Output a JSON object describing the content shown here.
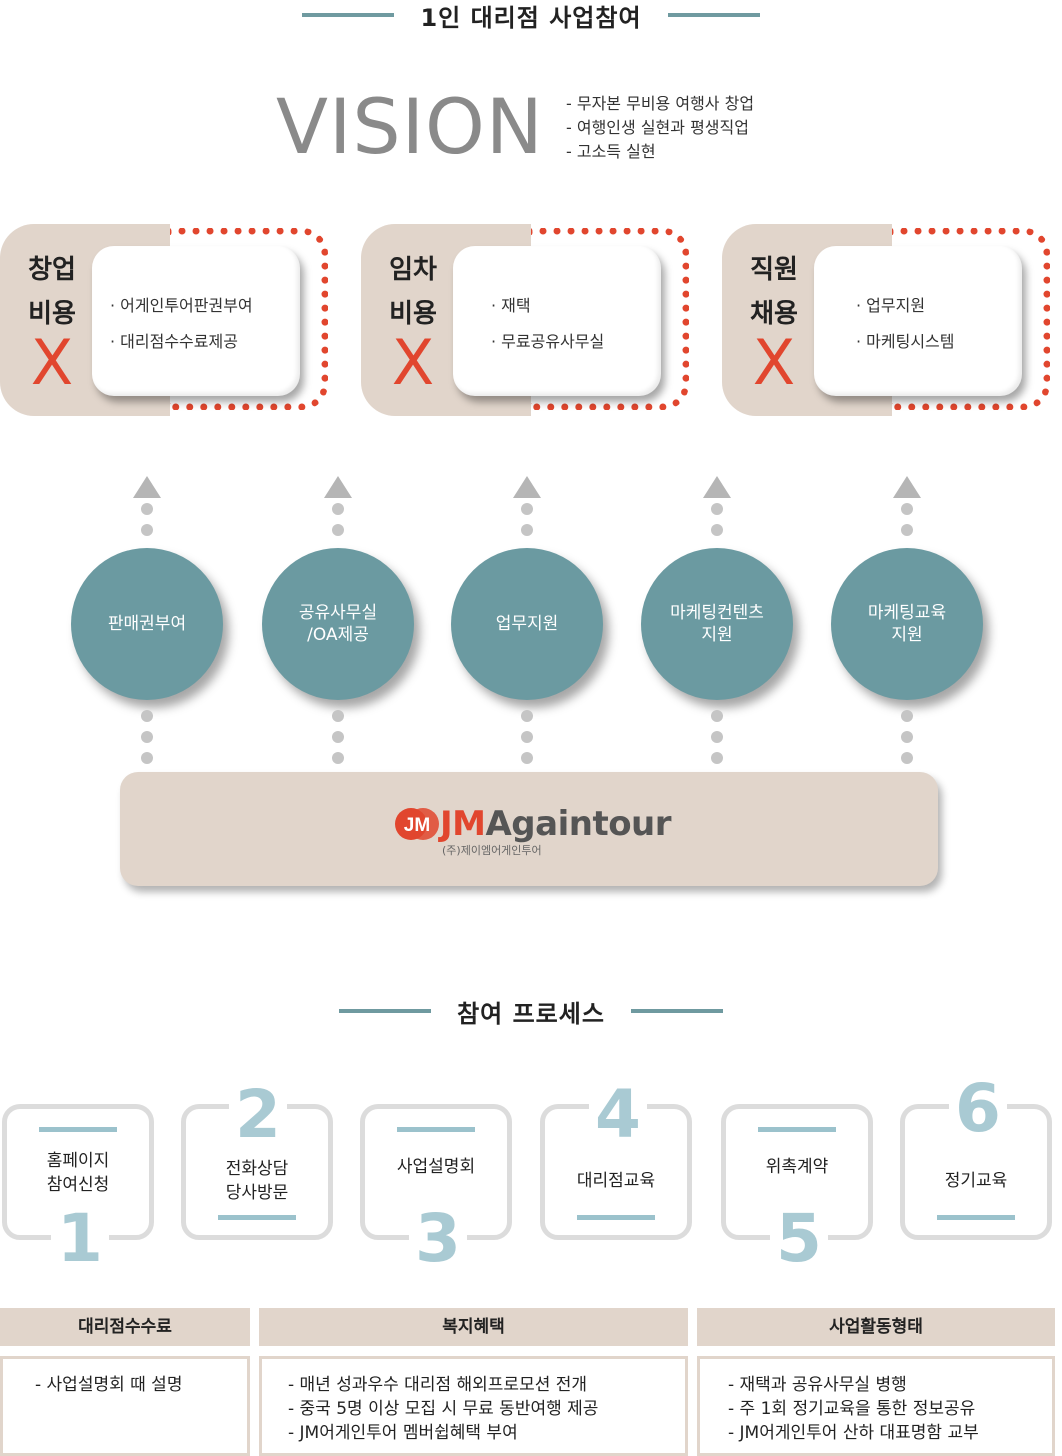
{
  "section1": {
    "title": "1인 대리점 사업참여"
  },
  "vision": {
    "word": "VISION",
    "items": [
      "- 무자본 무비용 여행사 창업",
      "- 여행인생 실현과 평생직업",
      "- 고소득 실현"
    ]
  },
  "cards": [
    {
      "label1": "창업",
      "label2": "비용",
      "x": "X",
      "items": [
        "·  어게인투어판권부여",
        "·  대리점수수료제공"
      ]
    },
    {
      "label1": "임차",
      "label2": "비용",
      "x": "X",
      "items": [
        "·  재택",
        "·  무료공유사무실"
      ]
    },
    {
      "label1": "직원",
      "label2": "채용",
      "x": "X",
      "items": [
        "·  업무지원",
        "·  마케팅시스템"
      ]
    }
  ],
  "supports": [
    {
      "line1": "판매권부여",
      "line2": ""
    },
    {
      "line1": "공유사무실",
      "line2": "/OA제공"
    },
    {
      "line1": "업무지원",
      "line2": ""
    },
    {
      "line1": "마케팅컨텐츠",
      "line2": "지원"
    },
    {
      "line1": "마케팅교육",
      "line2": "지원"
    }
  ],
  "company": {
    "logo_prefix": "JM",
    "logo_name": "Againtour",
    "sub": "(주)제이엠어게인투어"
  },
  "section2": {
    "title": "참여 프로세스"
  },
  "process": [
    {
      "num": "1",
      "line1": "홈페이지",
      "line2": "참여신청"
    },
    {
      "num": "2",
      "line1": "전화상담",
      "line2": "당사방문"
    },
    {
      "num": "3",
      "line1": "사업설명회",
      "line2": ""
    },
    {
      "num": "4",
      "line1": "대리점교육",
      "line2": ""
    },
    {
      "num": "5",
      "line1": "위촉계약",
      "line2": ""
    },
    {
      "num": "6",
      "line1": "정기교육",
      "line2": ""
    }
  ],
  "info": [
    {
      "header": "대리점수수료",
      "items": [
        "- 사업설명회 때 설명"
      ]
    },
    {
      "header": "복지혜택",
      "items": [
        "- 매년 성과우수 대리점 해외프로모션 전개",
        "- 중국 5명 이상 모집 시 무료 동반여행 제공",
        "- JM어게인투어 멤버쉽혜택 부여"
      ]
    },
    {
      "header": "사업활동형태",
      "items": [
        "- 재택과 공유사무실 병행",
        "- 주 1회 정기교육을 통한 정보공유",
        "- JM어게인투어 산하 대표명함 교부"
      ]
    }
  ],
  "colors": {
    "accent": "#e1462e",
    "teal": "#6b9aa1",
    "beige": "#e1d5cb",
    "number": "#a9cad3"
  }
}
